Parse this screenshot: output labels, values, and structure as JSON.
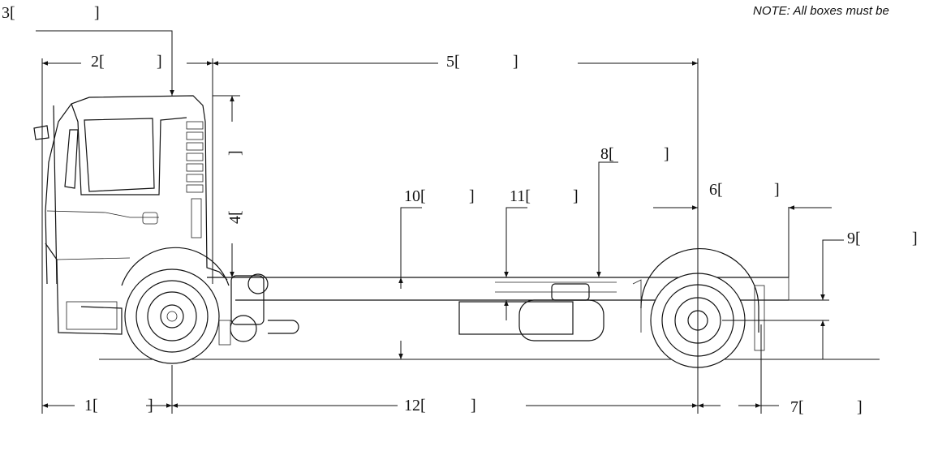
{
  "note": "NOTE: All boxes must be",
  "dimensions": [
    {
      "id": "1",
      "label": "1[",
      "close": "]"
    },
    {
      "id": "2",
      "label": "2[",
      "close": "]"
    },
    {
      "id": "3",
      "label": "3[",
      "close": "]"
    },
    {
      "id": "4",
      "label": "4[",
      "close": "]"
    },
    {
      "id": "5",
      "label": "5[",
      "close": "]"
    },
    {
      "id": "6",
      "label": "6[",
      "close": "]"
    },
    {
      "id": "7",
      "label": "7[",
      "close": "]"
    },
    {
      "id": "8",
      "label": "8[",
      "close": "]"
    },
    {
      "id": "9",
      "label": "9[",
      "close": "]"
    },
    {
      "id": "10",
      "label": "10[",
      "close": "]"
    },
    {
      "id": "11",
      "label": "11[",
      "close": "]"
    },
    {
      "id": "12",
      "label": "12[",
      "close": "]"
    }
  ]
}
